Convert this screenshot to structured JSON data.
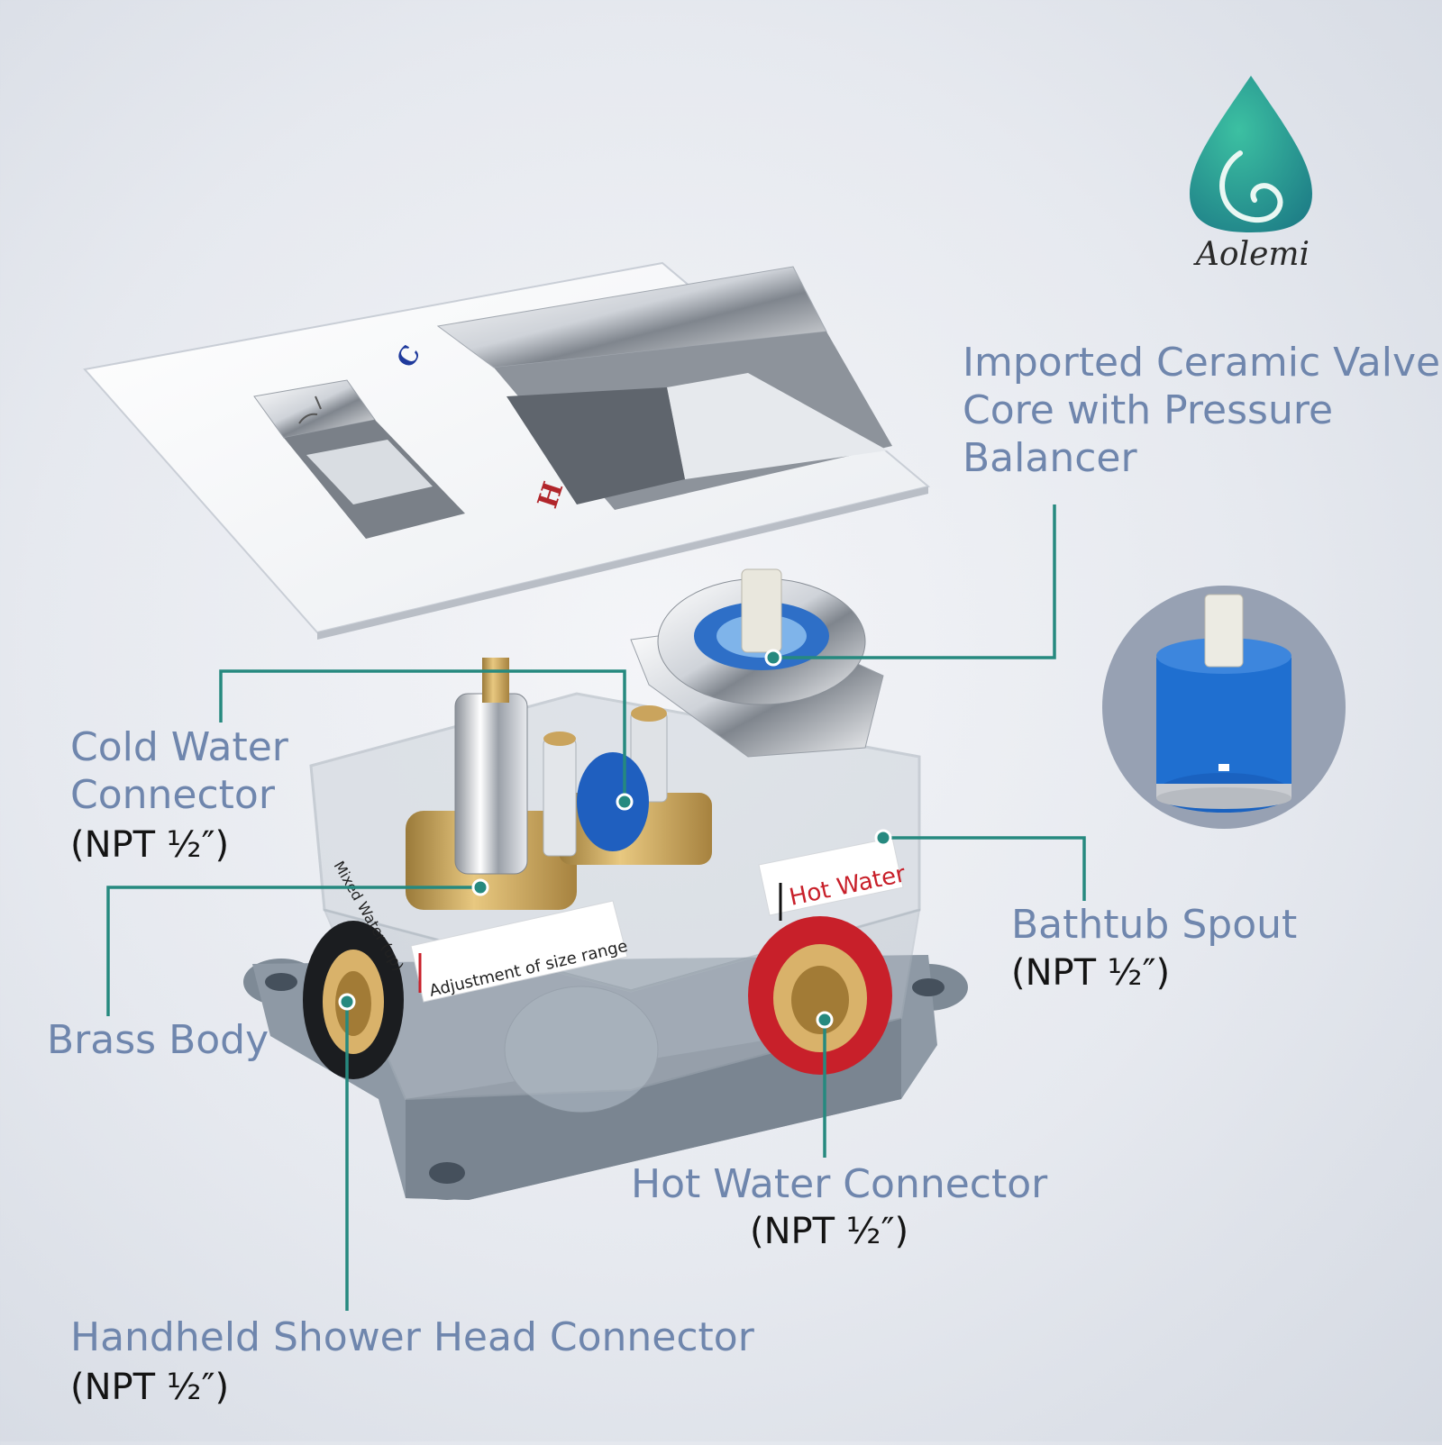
{
  "brand": {
    "name": "Aolemi"
  },
  "trim_plate": {
    "cold_mark": "C",
    "hot_mark": "H"
  },
  "valve_box": {
    "mixed_water_sticker": "Mixed Water (up)",
    "adjustment_sticker": "Adjustment of size range",
    "hot_water_sticker": "Hot Water"
  },
  "callouts": {
    "ceramic_valve": {
      "lines": [
        "Imported Ceramic Valve",
        "Core with Pressure",
        "Balancer"
      ]
    },
    "cold_water": {
      "lines": [
        "Cold Water",
        "Connector"
      ],
      "spec": "(NPT ½″)"
    },
    "brass_body": {
      "label": "Brass Body"
    },
    "bathtub_spout": {
      "label": "Bathtub Spout",
      "spec": "(NPT ½″)"
    },
    "hot_water": {
      "label": "Hot Water Connector",
      "spec": "(NPT ½″)"
    },
    "handheld": {
      "label": "Handheld Shower Head Connector",
      "spec": "(NPT ½″)"
    }
  },
  "colors": {
    "leader": "#26897f",
    "label": "#6f86ad",
    "cold": "#1f3a9c",
    "hot": "#b1262b",
    "cartridge": "#1f6fd0"
  }
}
